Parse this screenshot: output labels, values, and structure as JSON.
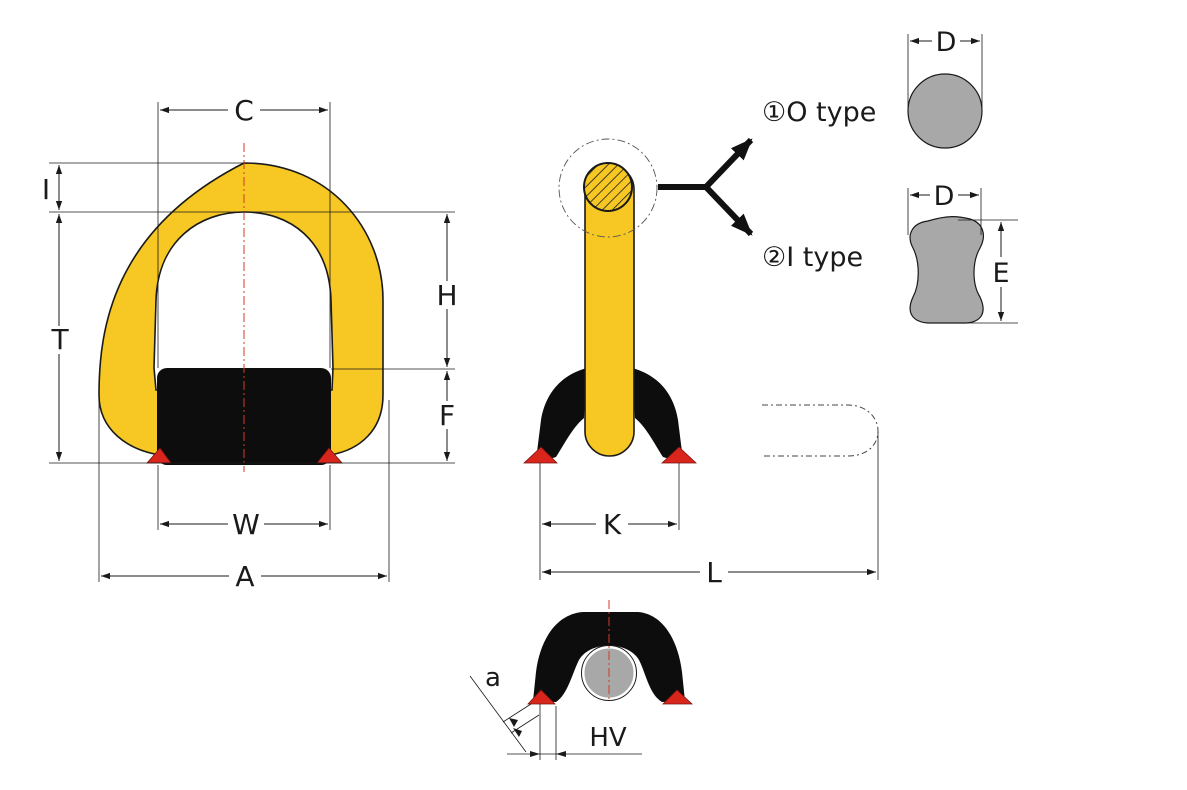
{
  "colors": {
    "ring_yellow": "#f7c823",
    "ring_outline": "#1a1a1a",
    "base_black": "#0d0d0d",
    "weld_red": "#d8261c",
    "section_gray": "#a8a8a8",
    "centerline_red": "#d23a2a"
  },
  "labels": {
    "C": "C",
    "I": "I",
    "T": "T",
    "H": "H",
    "F": "F",
    "W": "W",
    "A": "A",
    "K": "K",
    "L": "L",
    "D_o": "D",
    "D_i": "D",
    "E": "E",
    "a": "a",
    "HV": "HV"
  },
  "section_types": {
    "o_type": "①O type",
    "i_type": "②I type"
  }
}
